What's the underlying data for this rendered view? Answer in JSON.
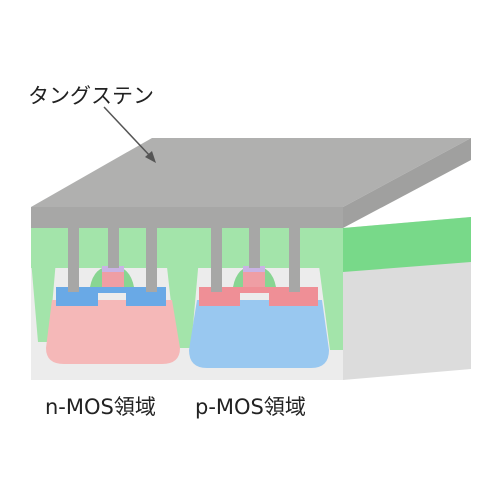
{
  "labels": {
    "tungsten": "タングステン",
    "nmos": "n-MOS領域",
    "pmos": "p-MOS領域"
  },
  "colors": {
    "tungsten_top": "#b0b0af",
    "tungsten_front": "#a7a7a6",
    "oxide_green": "#a3e4aa",
    "oxide_green_side": "#78d989",
    "substrate": "#ececec",
    "substrate_side": "#dcdcdc",
    "pwell": "#f5b8b8",
    "nwell": "#99c8f0",
    "n_diffusion": "#69a9e6",
    "p_diffusion": "#ef8f96",
    "gate": "#ef9ea4",
    "gate_cap": "#c9b3e4",
    "spacer": "#88d592"
  }
}
